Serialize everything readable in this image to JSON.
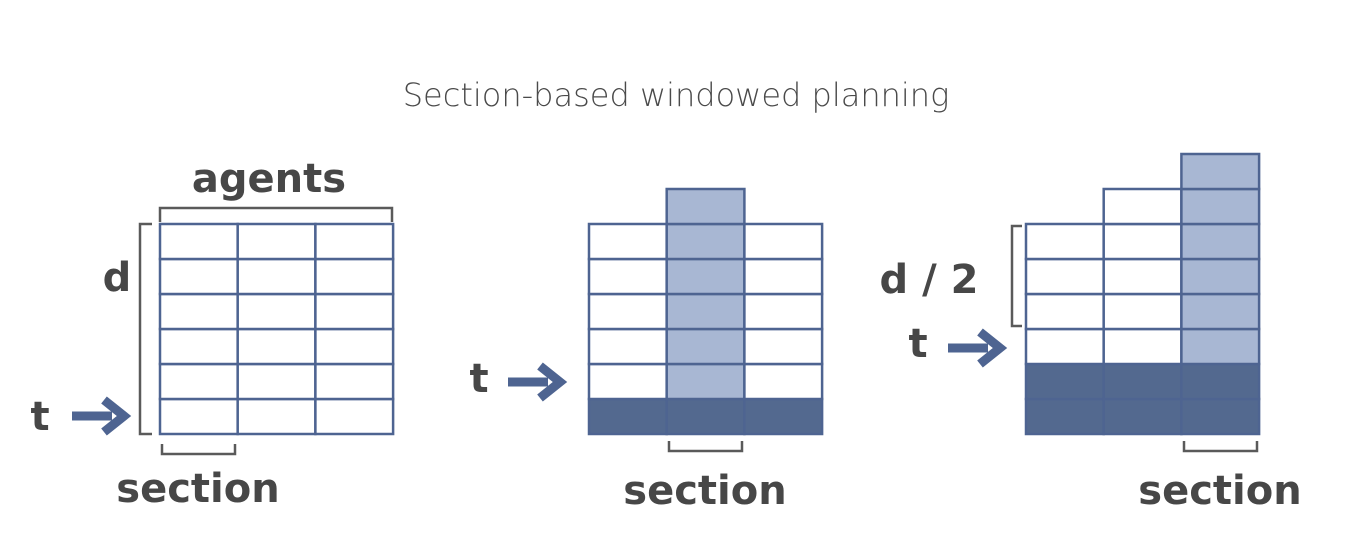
{
  "title": "Section-based windowed planning",
  "colors": {
    "grid": "#4e6491",
    "light": "#a8b7d3",
    "dark": "#53698f",
    "empty": "#ffffff",
    "text": "#474747"
  },
  "panels": [
    {
      "labels": {
        "top": "agents",
        "side": "d",
        "t": "t",
        "bottom": "section"
      },
      "grid": {
        "cols": 3,
        "stacks": [
          [
            "empty",
            "empty",
            "empty",
            "empty",
            "empty",
            "empty"
          ],
          [
            "empty",
            "empty",
            "empty",
            "empty",
            "empty",
            "empty"
          ],
          [
            "empty",
            "empty",
            "empty",
            "empty",
            "empty",
            "empty"
          ]
        ]
      }
    },
    {
      "labels": {
        "t": "t",
        "bottom": "section"
      },
      "grid": {
        "cols": 3,
        "stacks": [
          [
            "dark",
            "empty",
            "empty",
            "empty",
            "empty",
            "empty"
          ],
          [
            "dark",
            "light",
            "light",
            "light",
            "light",
            "light",
            "light"
          ],
          [
            "dark",
            "empty",
            "empty",
            "empty",
            "empty",
            "empty"
          ]
        ]
      }
    },
    {
      "labels": {
        "side": "d / 2",
        "t": "t",
        "bottom": "section"
      },
      "grid": {
        "cols": 3,
        "stacks": [
          [
            "dark",
            "dark",
            "empty",
            "empty",
            "empty",
            "empty"
          ],
          [
            "dark",
            "dark",
            "empty",
            "empty",
            "empty",
            "empty",
            "empty"
          ],
          [
            "dark",
            "dark",
            "light",
            "light",
            "light",
            "light",
            "light",
            "light"
          ]
        ]
      }
    }
  ]
}
